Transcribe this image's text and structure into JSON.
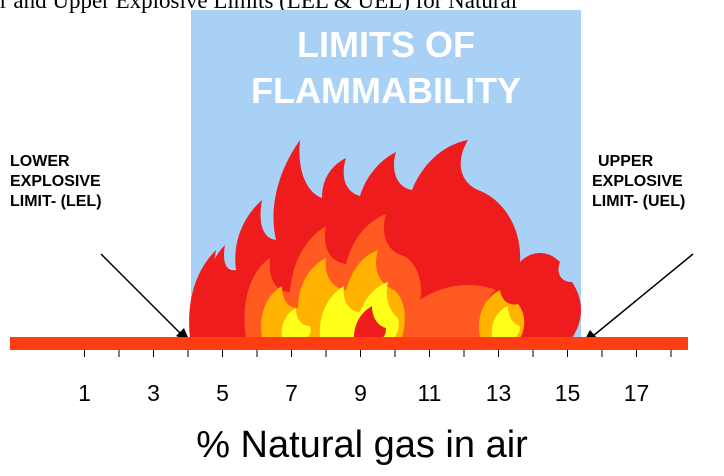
{
  "page_title": "r and Upper Explosive Limits (LEL & UEL) for Natural",
  "panel_title_line1": "LIMITS OF",
  "panel_title_line2": "FLAMMABILITY",
  "lel_label": [
    "LOWER",
    "EXPLOSIVE",
    "LIMIT- (LEL)"
  ],
  "uel_label": [
    "UPPER",
    "EXPLOSIVE",
    "LIMIT- (UEL)"
  ],
  "axis_title": "% Natural gas in air",
  "tick_labels": [
    "1",
    "3",
    "5",
    "7",
    "9",
    "11",
    "13",
    "15",
    "17"
  ],
  "colors": {
    "sky": "#a9d0f5",
    "bar": "#ff3d12",
    "flame_outer": "#ee1c1c",
    "flame_mid": "#ff5a1f",
    "flame_inner": "#ffb300",
    "flame_core": "#ffff1a"
  }
}
